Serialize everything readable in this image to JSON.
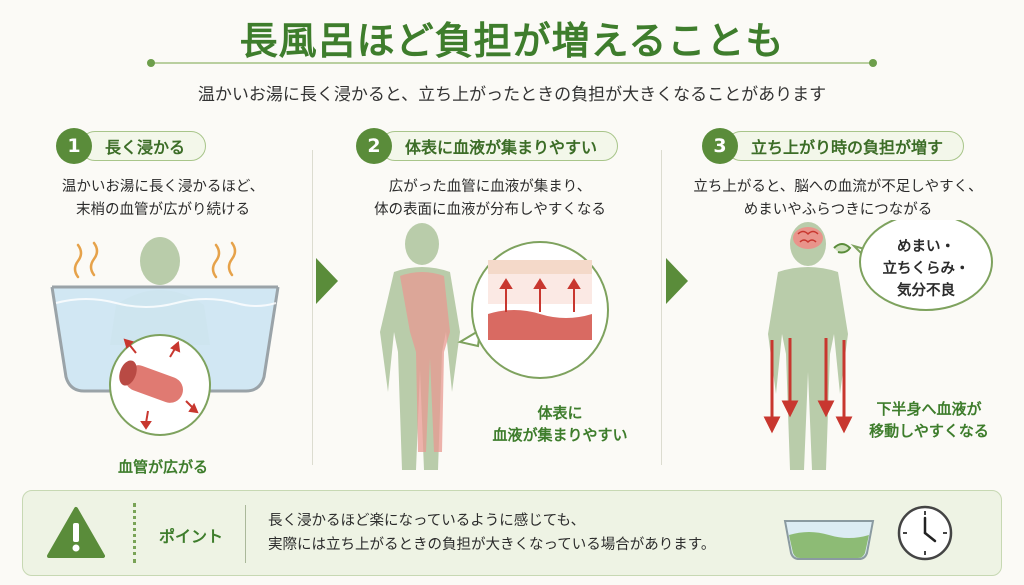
{
  "title": "長風呂ほど負担が増えることも",
  "subtitle": "温かいお湯に長く浸かると、立ち上がったときの負担が大きくなることがあります",
  "steps": [
    {
      "num": "1",
      "label": "長く浸かる",
      "desc": [
        "温かいお湯に長く浸かるほど、",
        "末梢の血管が広がり続ける"
      ],
      "caption": "血管が広がる"
    },
    {
      "num": "2",
      "label": "体表に血液が集まりやすい",
      "desc": [
        "広がった血管に血液が集まり、",
        "体の表面に血液が分布しやすくなる"
      ],
      "caption": [
        "体表に",
        "血液が集まりやすい"
      ]
    },
    {
      "num": "3",
      "label": "立ち上がり時の負担が増す",
      "desc": [
        "立ち上がると、脳への血流が不足しやすく、",
        "めまいやふらつきにつながる"
      ],
      "bubble": [
        "めまい・",
        "立ちくらみ・",
        "気分不良"
      ],
      "caption": [
        "下半身へ血液が",
        "移動しやすくなる"
      ]
    }
  ],
  "point": {
    "label": "ポイント",
    "lines": [
      "長く浸かるほど楽になっているように感じても、",
      "実際には立ち上がるときの負担が大きくなっている場合があります。"
    ]
  },
  "colors": {
    "accent": "#3e7d2c",
    "red": "#c8372f",
    "figure": "#b9ccaa",
    "water": "#cfe6f2"
  },
  "icons": [
    "warning-icon",
    "bathtub-icon",
    "clock-icon",
    "brain-icon",
    "steam-icon",
    "vessel-icon",
    "chevron-right-icon"
  ]
}
